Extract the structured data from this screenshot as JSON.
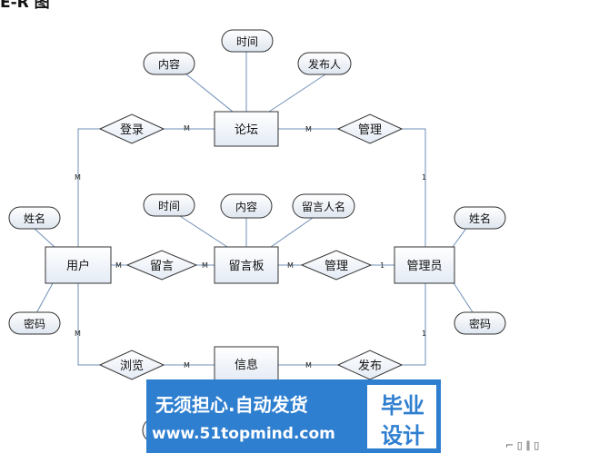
{
  "diagram": {
    "heading_partial": "E-R 图",
    "entities": [
      {
        "id": "forum",
        "label": "论坛"
      },
      {
        "id": "board",
        "label": "留言板"
      },
      {
        "id": "info",
        "label": "信息"
      },
      {
        "id": "user",
        "label": "用户"
      },
      {
        "id": "admin",
        "label": "管理员"
      }
    ],
    "relationships": [
      {
        "id": "login",
        "label": "登录"
      },
      {
        "id": "manage1",
        "label": "管理"
      },
      {
        "id": "leave_msg",
        "label": "留言"
      },
      {
        "id": "manage2",
        "label": "管理"
      },
      {
        "id": "browse",
        "label": "浏览"
      },
      {
        "id": "publish",
        "label": "发布"
      }
    ],
    "attributes": [
      {
        "id": "forum_time",
        "label": "时间"
      },
      {
        "id": "forum_content",
        "label": "内容"
      },
      {
        "id": "forum_publisher",
        "label": "发布人"
      },
      {
        "id": "board_time",
        "label": "时间"
      },
      {
        "id": "board_content",
        "label": "内容"
      },
      {
        "id": "board_author",
        "label": "留言人名"
      },
      {
        "id": "user_name",
        "label": "姓名"
      },
      {
        "id": "user_password",
        "label": "密码"
      },
      {
        "id": "admin_name",
        "label": "姓名"
      },
      {
        "id": "admin_password",
        "label": "密码"
      }
    ],
    "cardinalities": {
      "login_forum": "M",
      "forum_manage1": "M",
      "manage1_admin": "1",
      "user_login": "M",
      "user_leave": "M",
      "leave_board": "M",
      "board_manage2": "M",
      "manage2_admin": "1",
      "user_browse": "M",
      "browse_info": "M",
      "info_publish": "M",
      "publish_admin": "1"
    }
  },
  "banner": {
    "line1": "无须担心.自动发货",
    "line2": "www.51topmind.com",
    "right1": "毕业",
    "right2": "设计"
  },
  "colors": {
    "line": "#6f8fb8",
    "entity_fill": "#ffffff",
    "entity_stroke": "#333333",
    "banner_bg": "#2f7fd0"
  }
}
